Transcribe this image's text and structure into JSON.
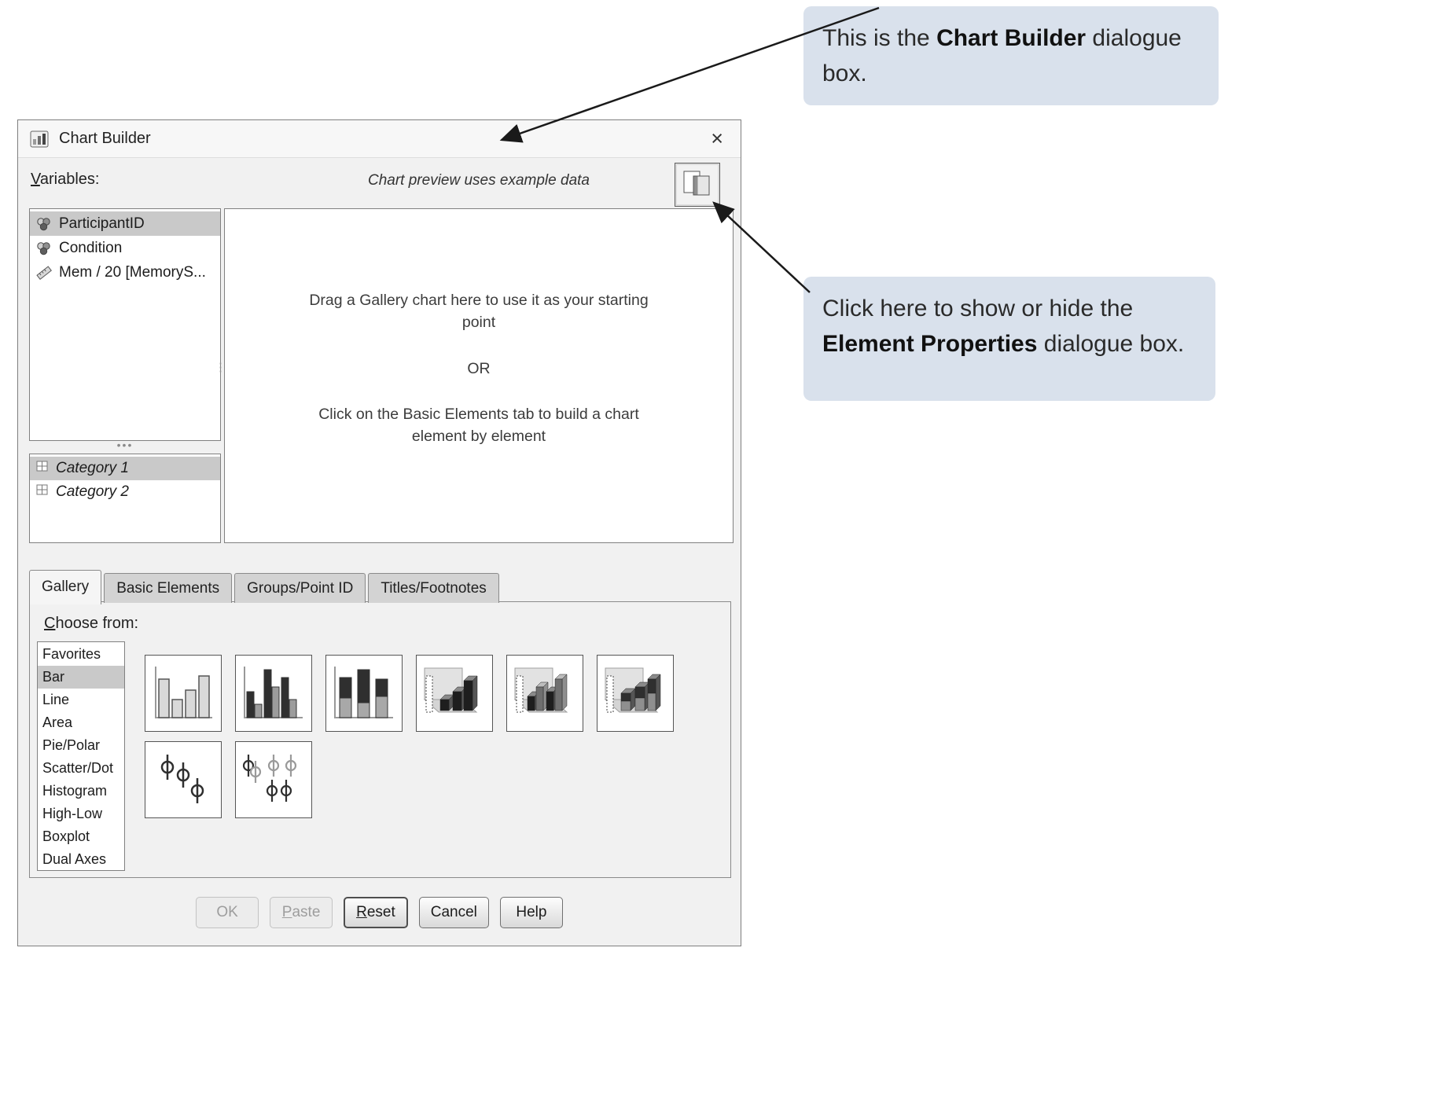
{
  "window": {
    "title": "Chart Builder",
    "close_glyph": "×"
  },
  "header": {
    "variables_label_mnemonic": "V",
    "variables_label_rest": "ariables:",
    "preview_note": "Chart preview uses example data"
  },
  "variables": {
    "items": [
      {
        "label": "ParticipantID",
        "icon": "nominal-measure-icon",
        "selected": true
      },
      {
        "label": "Condition",
        "icon": "nominal-measure-icon",
        "selected": false
      },
      {
        "label": "Mem / 20 [MemoryS...",
        "icon": "scale-measure-icon",
        "selected": false
      }
    ]
  },
  "categories": {
    "items": [
      {
        "label": "Category 1",
        "selected": true
      },
      {
        "label": "Category 2",
        "selected": false
      }
    ]
  },
  "preview": {
    "line1": "Drag a Gallery chart here to use it as your starting point",
    "or": "OR",
    "line2": "Click on the Basic Elements tab to build a chart element by element"
  },
  "tabs": [
    {
      "label": "Gallery",
      "active": true
    },
    {
      "label": "Basic Elements",
      "active": false
    },
    {
      "label": "Groups/Point ID",
      "active": false
    },
    {
      "label": "Titles/Footnotes",
      "active": false
    }
  ],
  "gallery": {
    "choose_from_mnemonic": "C",
    "choose_from_rest": "hoose from:",
    "chart_types": [
      "Favorites",
      "Bar",
      "Line",
      "Area",
      "Pie/Polar",
      "Scatter/Dot",
      "Histogram",
      "High-Low",
      "Boxplot",
      "Dual Axes"
    ],
    "selected_chart_type": "Bar",
    "thumbnails": [
      "simple-bar",
      "clustered-bar",
      "stacked-bar",
      "simple-3d-bar",
      "clustered-3d-bar",
      "stacked-3d-bar",
      "simple-error-bar",
      "clustered-error-bar"
    ]
  },
  "buttons": {
    "ok": "OK",
    "paste_mnemonic": "P",
    "paste_rest": "aste",
    "reset_mnemonic": "R",
    "reset_rest": "eset",
    "cancel": "Cancel",
    "help": "Help"
  },
  "annotations": {
    "callout1": {
      "pre": "This is the ",
      "bold": "Chart Builder",
      "post": " dialogue box."
    },
    "callout2": {
      "pre": "Click here to show or hide the ",
      "bold": "Element Properties",
      "post": " dialogue box."
    }
  },
  "colors": {
    "callout_bg": "#d9e1ec",
    "selection_bg": "#c9c9c9",
    "dialog_bg": "#f1f1f1"
  }
}
